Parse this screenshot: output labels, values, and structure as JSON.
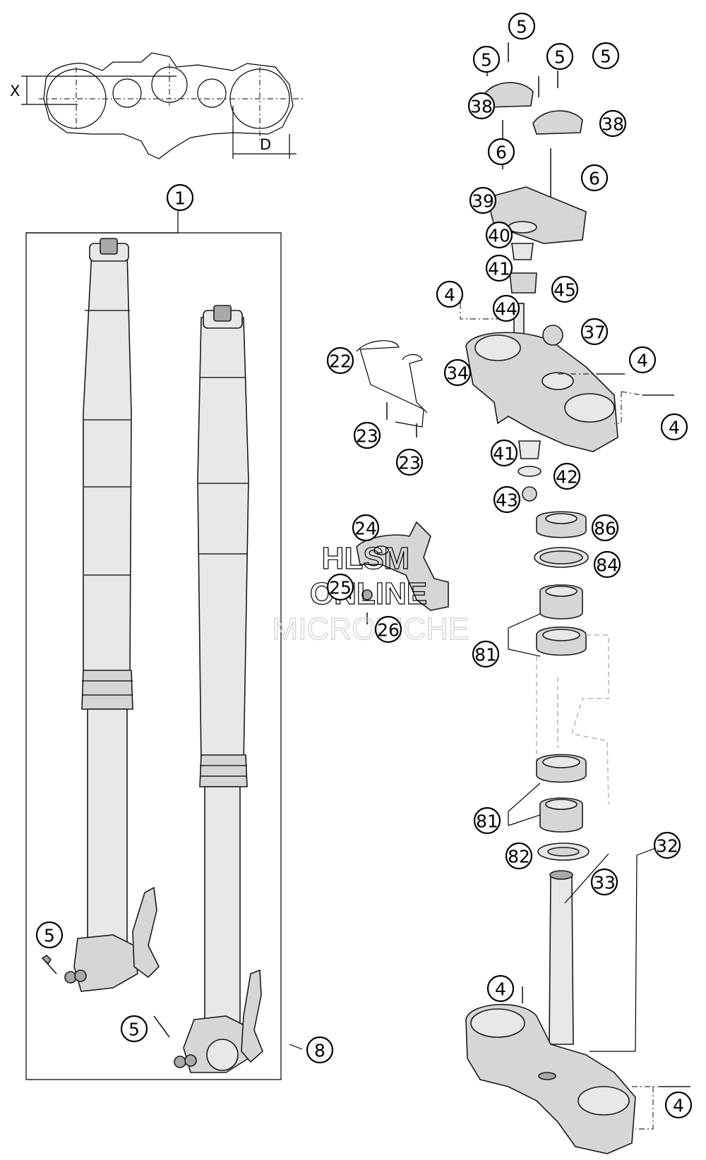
{
  "dimension_labels": {
    "x": "X",
    "d": "D"
  },
  "watermark": {
    "line1": "HLSM",
    "line2": "ONLINE",
    "line3": "MICROFICHE"
  },
  "callouts": [
    {
      "id": "c5a",
      "label": "5"
    },
    {
      "id": "c5b",
      "label": "5"
    },
    {
      "id": "c5c",
      "label": "5"
    },
    {
      "id": "c5d",
      "label": "5"
    },
    {
      "id": "c38a",
      "label": "38"
    },
    {
      "id": "c38b",
      "label": "38"
    },
    {
      "id": "c6a",
      "label": "6"
    },
    {
      "id": "c6b",
      "label": "6"
    },
    {
      "id": "c39",
      "label": "39"
    },
    {
      "id": "c40",
      "label": "40"
    },
    {
      "id": "c41a",
      "label": "41"
    },
    {
      "id": "c45",
      "label": "45"
    },
    {
      "id": "c4a",
      "label": "4"
    },
    {
      "id": "c44",
      "label": "44"
    },
    {
      "id": "c37",
      "label": "37"
    },
    {
      "id": "c22",
      "label": "22"
    },
    {
      "id": "c34",
      "label": "34"
    },
    {
      "id": "c4b",
      "label": "4"
    },
    {
      "id": "c4c",
      "label": "4"
    },
    {
      "id": "c23a",
      "label": "23"
    },
    {
      "id": "c23b",
      "label": "23"
    },
    {
      "id": "c41b",
      "label": "41"
    },
    {
      "id": "c42",
      "label": "42"
    },
    {
      "id": "c43",
      "label": "43"
    },
    {
      "id": "c86",
      "label": "86"
    },
    {
      "id": "c84",
      "label": "84"
    },
    {
      "id": "c24",
      "label": "24"
    },
    {
      "id": "c25",
      "label": "25"
    },
    {
      "id": "c26",
      "label": "26"
    },
    {
      "id": "c81a",
      "label": "81"
    },
    {
      "id": "c81b",
      "label": "81"
    },
    {
      "id": "c82",
      "label": "82"
    },
    {
      "id": "c32",
      "label": "32"
    },
    {
      "id": "c33",
      "label": "33"
    },
    {
      "id": "c1",
      "label": "1"
    },
    {
      "id": "c5e",
      "label": "5"
    },
    {
      "id": "c5f",
      "label": "5"
    },
    {
      "id": "c8",
      "label": "8"
    },
    {
      "id": "c4d",
      "label": "4"
    },
    {
      "id": "c4e",
      "label": "4"
    }
  ]
}
